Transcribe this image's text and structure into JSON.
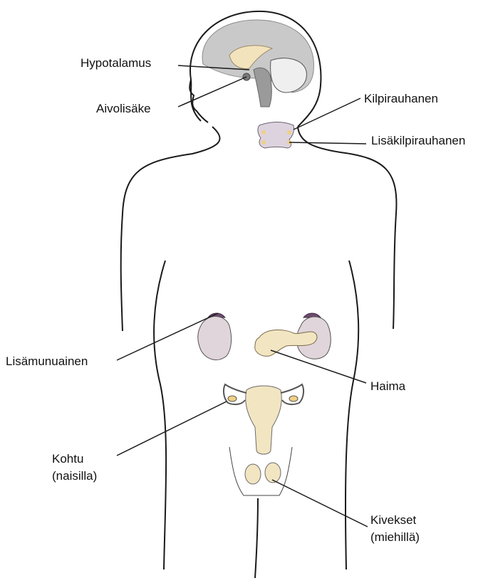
{
  "labels": {
    "hypotalamus": "Hypotalamus",
    "aivolisake": "Aivolisäke",
    "kilpirauhanen": "Kilpirauhanen",
    "lisakilpirauhanen": "Lisäkilpirauhanen",
    "lisamunuainen": "Lisämunuainen",
    "haima": "Haima",
    "kohtu_line1": "Kohtu",
    "kohtu_line2": "(naisilla)",
    "kivekset_line1": "Kivekset",
    "kivekset_line2": "(miehillä)"
  },
  "colors": {
    "outline": "#1a1a1a",
    "brain": "#c9c9c9",
    "cerebellum": "#efefef",
    "hypothalamus": "#f3e3bd",
    "brainstem": "#9a9a9a",
    "thyroid": "#ddd3df",
    "parathyroid": "#f0cf84",
    "adrenal_cap": "#6e4a70",
    "kidney": "#e0d5da",
    "pancreas": "#f2e5c2",
    "uterus": "#f2e5c2",
    "testes": "#f2e5c2"
  }
}
